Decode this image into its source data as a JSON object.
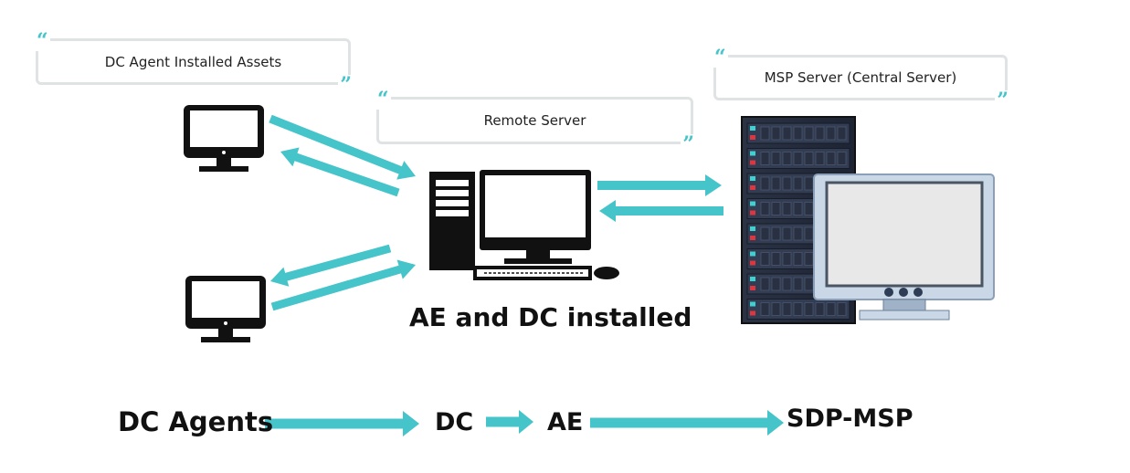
{
  "callouts": {
    "assets": "DC Agent Installed Assets",
    "remote": "Remote Server",
    "msp": "MSP Server (Central Server)"
  },
  "labels": {
    "center": "AE and DC installed"
  },
  "flow": {
    "step1": "DC Agents",
    "step2": "DC",
    "step3": "AE",
    "step4": "SDP-MSP"
  },
  "colors": {
    "arrow": "#45c4c9",
    "callout_border": "#dfe3e3",
    "device_dark": "#111111"
  }
}
